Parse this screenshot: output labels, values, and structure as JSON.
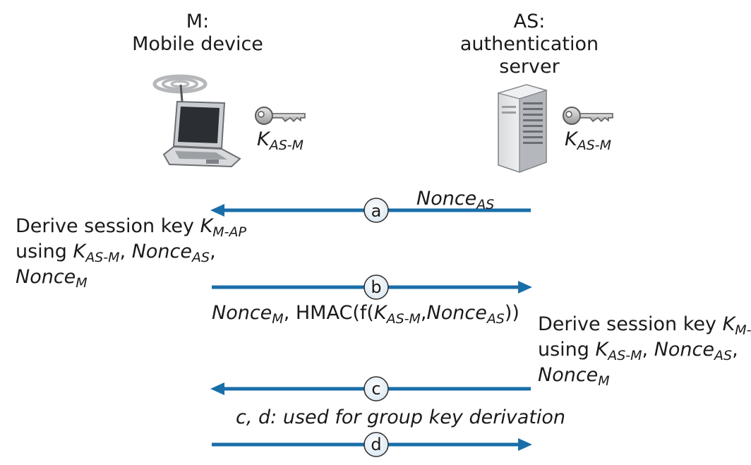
{
  "colors": {
    "arrow": "#1a6ea8",
    "text": "#1a1a1a"
  },
  "mobile": {
    "line1": "M:",
    "line2": "Mobile device",
    "key_sym": "K",
    "key_sub": "AS-M",
    "icon": "laptop-wifi-icon"
  },
  "server": {
    "line1": "AS:",
    "line2": "authentication",
    "line3": "server",
    "key_sym": "K",
    "key_sub": "AS-M",
    "icon": "server-tower-icon"
  },
  "messages": {
    "a": {
      "label": "a",
      "direction": "left",
      "text_main": "Nonce",
      "text_sub": "AS"
    },
    "b": {
      "label": "b",
      "direction": "right",
      "t1": "Nonce",
      "t1s": "M",
      "t2": ", HMAC(f(",
      "t3": "K",
      "t3s": "AS-M",
      "t4": ",",
      "t5": "Nonce",
      "t5s": "AS",
      "t6": "))"
    },
    "c": {
      "label": "c",
      "direction": "left",
      "note": "c, d: used for group key derivation"
    },
    "d": {
      "label": "d",
      "direction": "right"
    }
  },
  "left_note": {
    "l1": "Derive session key ",
    "l1k": "K",
    "l1ks": "M-AP",
    "l2": "using ",
    "l2k": "K",
    "l2ks": "AS-M",
    "l2c": ", ",
    "l2n": "Nonce",
    "l2ns": "AS",
    "l2e": ",",
    "l3n": "Nonce",
    "l3ns": "M"
  },
  "right_note": {
    "l1": "Derive session key ",
    "l1k": "K",
    "l1ks": "M-AP",
    "l2": "using ",
    "l2k": "K",
    "l2ks": "AS-M",
    "l2c": ", ",
    "l2n": "Nonce",
    "l2ns": "AS",
    "l2e": ",",
    "l3n": "Nonce",
    "l3ns": "M"
  }
}
